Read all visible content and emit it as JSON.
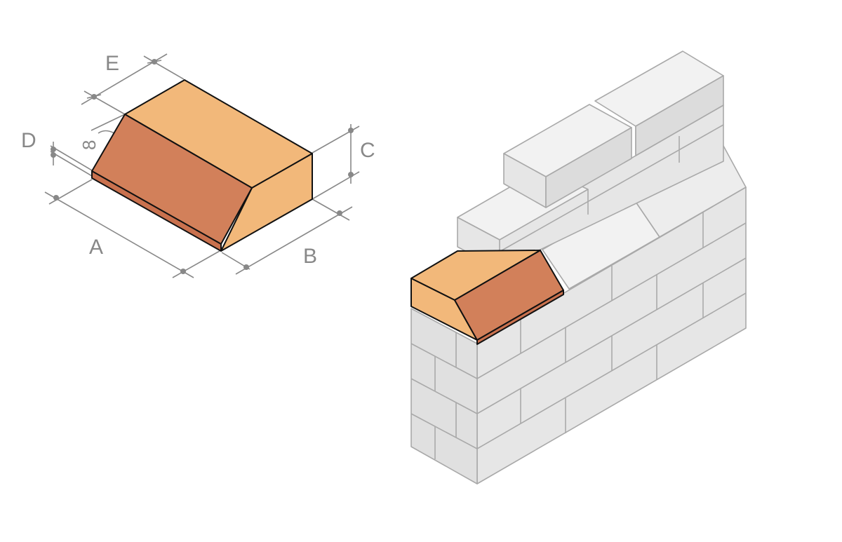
{
  "diagram": {
    "labels": {
      "a": "A",
      "b": "B",
      "c": "C",
      "d": "D",
      "e": "E",
      "angle": "8"
    },
    "colors": {
      "brick_top": "#F2B87A",
      "brick_face": "#D2805A",
      "brick_plinth": "#C9714E",
      "wall_top": "#F2F2F2",
      "wall_front": "#E6E6E6",
      "wall_side": "#DCDCDC",
      "wall_stroke": "#A9A9A9",
      "dimension": "#888888",
      "outline": "#111111"
    }
  }
}
